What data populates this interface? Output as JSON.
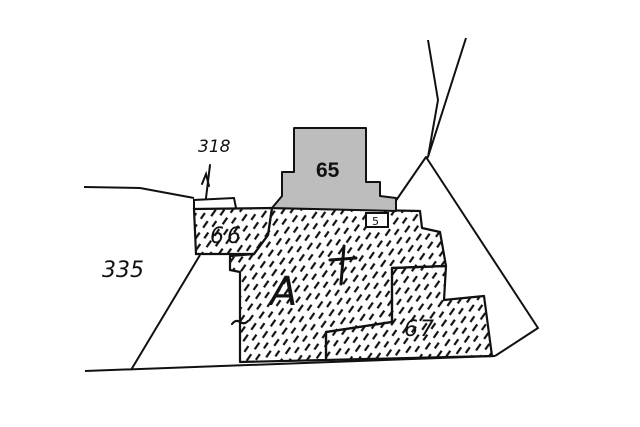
{
  "map": {
    "parcels": {
      "p335": {
        "label": "335"
      },
      "p318": {
        "label": "318"
      },
      "p66": {
        "label": "66"
      },
      "p65": {
        "label": "65",
        "fill": "#bdbdbd"
      },
      "p67": {
        "label": "67"
      },
      "main": {
        "label": "A"
      },
      "marker": {
        "label": "5"
      }
    },
    "symbols": {
      "cross": "cross-symbol",
      "tilde": "tilde-symbol"
    },
    "colors": {
      "line": "#111111",
      "hatch": "#111111",
      "building_fill": "#bdbdbd",
      "background": "#ffffff"
    }
  }
}
